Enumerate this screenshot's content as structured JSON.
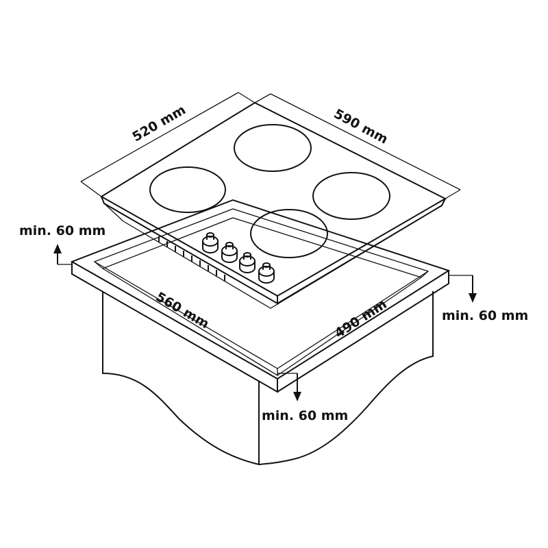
{
  "hob": {
    "depth_label": "520 mm",
    "width_label": "590 mm"
  },
  "cutout": {
    "width_label": "560 mm",
    "depth_label": "490 mm"
  },
  "clearances": {
    "back_label": "min. 60 mm",
    "side_label": "min. 60 mm",
    "front_label": "min. 60 mm"
  }
}
